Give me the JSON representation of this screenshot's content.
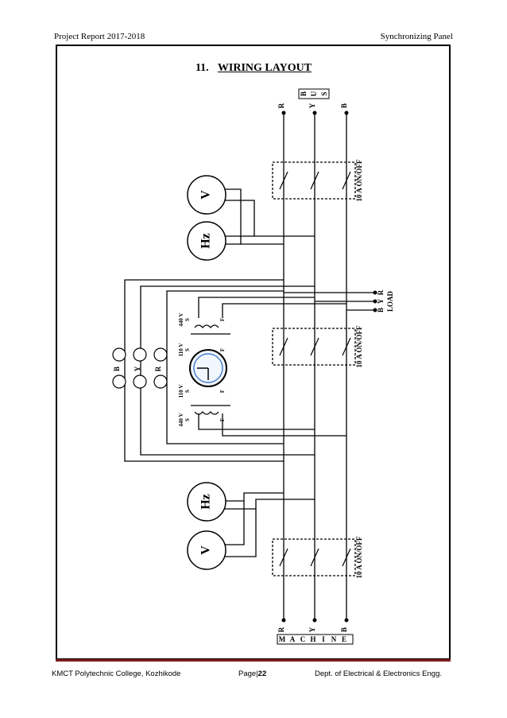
{
  "header": {
    "left": "Project Report 2017-2018",
    "right": "Synchronizing Panel"
  },
  "title": {
    "number": "11.",
    "text": "WIRING LAYOUT"
  },
  "diagram": {
    "bus_phases": [
      "R",
      "Y",
      "B"
    ],
    "bus_label": [
      "B",
      "U",
      "S"
    ],
    "switch_label": "10 A ON/OFF",
    "meter_v": "V",
    "meter_hz": "Hz",
    "load_phases": [
      "R",
      "Y",
      "B"
    ],
    "load_label": "LOAD",
    "lamp_phases": [
      "B",
      "Y",
      "R"
    ],
    "machine_phases": [
      "R",
      "Y",
      "B"
    ],
    "machine_label": [
      "M",
      "A",
      "C",
      "H",
      "I",
      "N",
      "E"
    ],
    "transformer": {
      "v440": "440 V",
      "v110": "110 V",
      "s": "S",
      "f": "F"
    }
  },
  "footer": {
    "left": "KMCT Polytechnic College, Kozhikode",
    "page_prefix": "Page|",
    "page": "22",
    "right": "Dept. of Electrical & Electronics Engg."
  }
}
